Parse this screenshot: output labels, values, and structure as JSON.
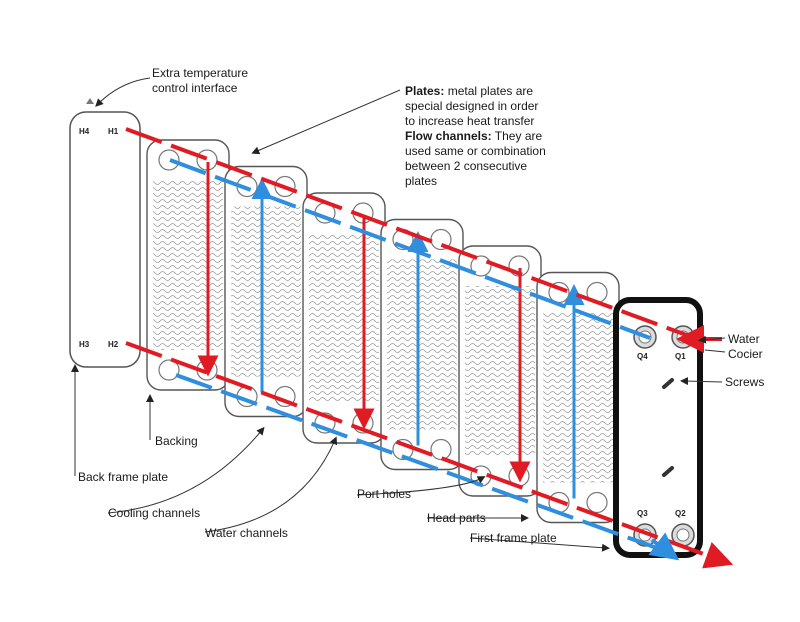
{
  "colors": {
    "hot": "#e01b24",
    "cold": "#2f8fde",
    "frame": "#111111",
    "outline": "#666666",
    "fill": "#f4f4f4"
  },
  "labels": {
    "extra_temp_1": "Extra temperature",
    "extra_temp_2": "control interface",
    "plates_title": "Plates:",
    "plates_text_1": " metal plates are",
    "plates_text_2": "special designed in order",
    "plates_text_3": "to increase heat transfer",
    "flow_title": "Flow channels:",
    "flow_text_1": " They are",
    "flow_text_2": "used same or combination",
    "flow_text_3": "between 2 consecutive",
    "flow_text_4": "plates",
    "water_cooler_1": "Water",
    "water_cooler_2": "Cocier",
    "screws": "Screws",
    "backing": "Backing",
    "back_frame_plate": "Back frame plate",
    "cooling_channels": "Cooling channels",
    "water_channels": "Water channels",
    "port_holes": "Port holes",
    "head_parts": "Head parts",
    "first_frame_plate": "First frame plate"
  },
  "ports": {
    "h4": "H4",
    "h1": "H1",
    "h3": "H3",
    "h2": "H2",
    "q4": "Q4",
    "q1": "Q1",
    "q3": "Q3",
    "q2": "Q2"
  }
}
